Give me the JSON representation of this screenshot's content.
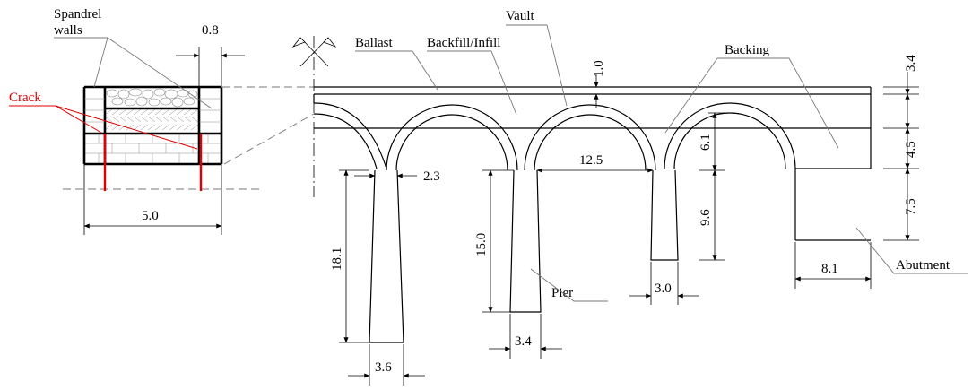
{
  "labels": {
    "spandrel_line1": "Spandrel",
    "spandrel_line2": "walls",
    "crack": "Crack",
    "ballast": "Ballast",
    "backfill": "Backfill/Infill",
    "vault": "Vault",
    "backing": "Backing",
    "pier": "Pier",
    "abutment": "Abutment"
  },
  "dimensions": {
    "wall_thickness": "0.8",
    "section_width": "5.0",
    "ballast_depth": "1.0",
    "top_height": "3.4",
    "mid_height": "4.5",
    "abutment_height": "7.5",
    "span": "12.5",
    "rise": "6.1",
    "pier_short": "9.6",
    "pier_top_width": "2.3",
    "pier_tall_height": "18.1",
    "pier_mid_height": "15.0",
    "pier_short_base": "3.0",
    "pier_mid_base": "3.4",
    "pier_tall_base": "3.6",
    "abutment_width": "8.1"
  },
  "colors": {
    "lines": "#000000",
    "leaders": "#777777",
    "crack": "#e00000"
  }
}
